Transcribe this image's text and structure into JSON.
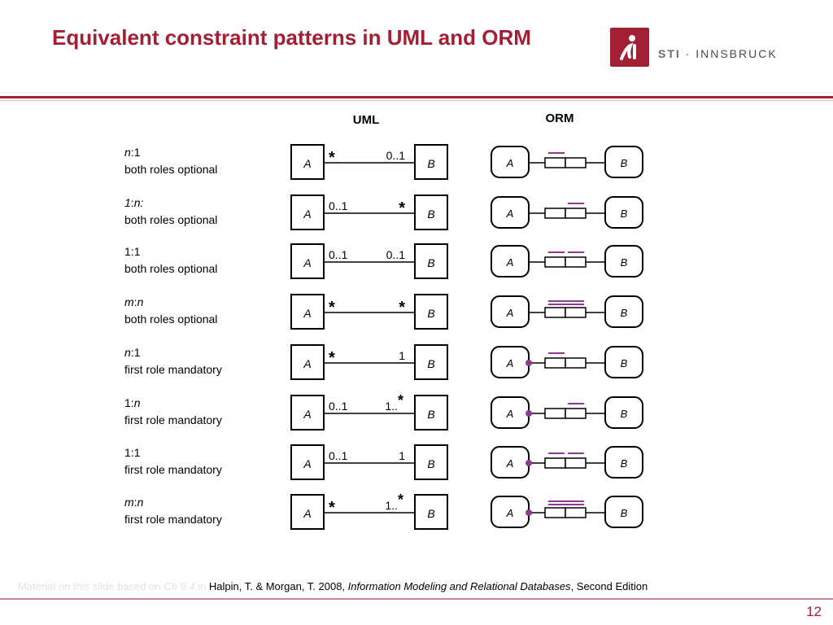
{
  "slide": {
    "title": "Equivalent constraint patterns in UML and ORM",
    "page_number": "12"
  },
  "logo": {
    "mark": "sti-logo-mark-icon",
    "text_bold": "STI",
    "text_rest": " · INNSBRUCK",
    "color": "#a31f34"
  },
  "figure": {
    "uml_header": "UML",
    "orm_header": "ORM",
    "entity_a": "A",
    "entity_b": "B",
    "uniqueness_color": "#8e3a8e",
    "rows": [
      {
        "mult_a": "n",
        "mult_sep": ":",
        "mult_b": "1",
        "italic": "n",
        "desc": "both roles optional",
        "uml_left": "*",
        "uml_right": "0..1",
        "orm_bars": "left",
        "mandatory": false
      },
      {
        "mult_a": "1",
        "mult_sep": ":",
        "mult_b": "n:",
        "italic": "both",
        "desc": "both roles optional",
        "uml_left": "0..1",
        "uml_right": "*",
        "orm_bars": "right",
        "mandatory": false
      },
      {
        "mult_a": "1",
        "mult_sep": ":",
        "mult_b": "1",
        "italic": "none",
        "desc": "both roles optional",
        "uml_left": "0..1",
        "uml_right": "0..1",
        "orm_bars": "both-separate",
        "mandatory": false
      },
      {
        "mult_a": "m",
        "mult_sep": ":",
        "mult_b": "n",
        "italic": "both",
        "desc": "both roles optional",
        "uml_left": "*",
        "uml_right": "*",
        "orm_bars": "spanning",
        "mandatory": false
      },
      {
        "mult_a": "n",
        "mult_sep": ":",
        "mult_b": "1",
        "italic": "n",
        "desc": "first role mandatory",
        "uml_left": "*",
        "uml_right": "1",
        "orm_bars": "left",
        "mandatory": true
      },
      {
        "mult_a": "1",
        "mult_sep": ":",
        "mult_b": "n",
        "italic": "n-only",
        "desc": "first role mandatory",
        "uml_left": "0..1",
        "uml_right": "1..*",
        "orm_bars": "right",
        "mandatory": true
      },
      {
        "mult_a": "1",
        "mult_sep": ":",
        "mult_b": "1",
        "italic": "none",
        "desc": "first role mandatory",
        "uml_left": "0..1",
        "uml_right": "1",
        "orm_bars": "both-separate",
        "mandatory": true
      },
      {
        "mult_a": "m",
        "mult_sep": ":",
        "mult_b": "n",
        "italic": "both",
        "desc": "first role mandatory",
        "uml_left": "*",
        "uml_right": "1..*",
        "orm_bars": "spanning",
        "mandatory": true
      }
    ]
  },
  "footnote": {
    "faint_prefix": "Material on this slide based on ",
    "faint_ref": "Ch 9.4",
    "faint_in": " in ",
    "authors": "Halpin, T. & Morgan, T. 2008, ",
    "book": "Information Modeling and Relational Databases",
    "edition": ", Second Edition"
  }
}
